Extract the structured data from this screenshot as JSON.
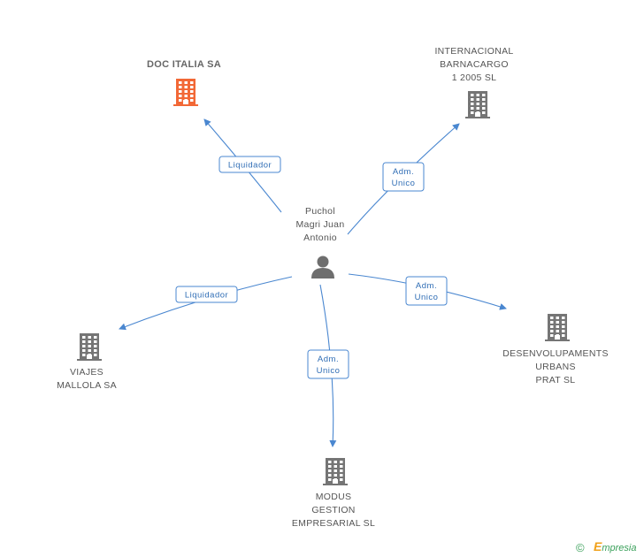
{
  "center": {
    "name_lines": [
      "Puchol",
      "Magri Juan",
      "Antonio"
    ],
    "icon": "person-icon"
  },
  "companies": [
    {
      "id": "doc-italia",
      "name_lines": [
        "DOC ITALIA SA"
      ],
      "highlighted": true,
      "color": "#f26836"
    },
    {
      "id": "internacional-barnacargo",
      "name_lines": [
        "INTERNACIONAL",
        "BARNACARGO",
        "1 2005 SL"
      ],
      "highlighted": false,
      "color": "#757575"
    },
    {
      "id": "viajes-mallola",
      "name_lines": [
        "VIAJES",
        "MALLOLA SA"
      ],
      "highlighted": false,
      "color": "#757575"
    },
    {
      "id": "desenvolupaments",
      "name_lines": [
        "DESENVOLUPAMENTS",
        "URBANS",
        "PRAT SL"
      ],
      "highlighted": false,
      "color": "#757575"
    },
    {
      "id": "modus-gestion",
      "name_lines": [
        "MODUS",
        "GESTION",
        "EMPRESARIAL SL"
      ],
      "highlighted": false,
      "color": "#757575"
    }
  ],
  "relations": [
    {
      "target": "doc-italia",
      "label_lines": [
        "Liquidador"
      ]
    },
    {
      "target": "internacional-barnacargo",
      "label_lines": [
        "Adm.",
        "Unico"
      ]
    },
    {
      "target": "viajes-mallola",
      "label_lines": [
        "Liquidador"
      ]
    },
    {
      "target": "desenvolupaments",
      "label_lines": [
        "Adm.",
        "Unico"
      ]
    },
    {
      "target": "modus-gestion",
      "label_lines": [
        "Adm.",
        "Unico"
      ]
    }
  ],
  "colors": {
    "edge": "#4a87d0",
    "highlight": "#f26836",
    "building": "#757575",
    "brand": "#3aa05a"
  },
  "footer": {
    "copyright_symbol": "©",
    "brand_initial": "E",
    "brand_rest": "mpresia"
  }
}
